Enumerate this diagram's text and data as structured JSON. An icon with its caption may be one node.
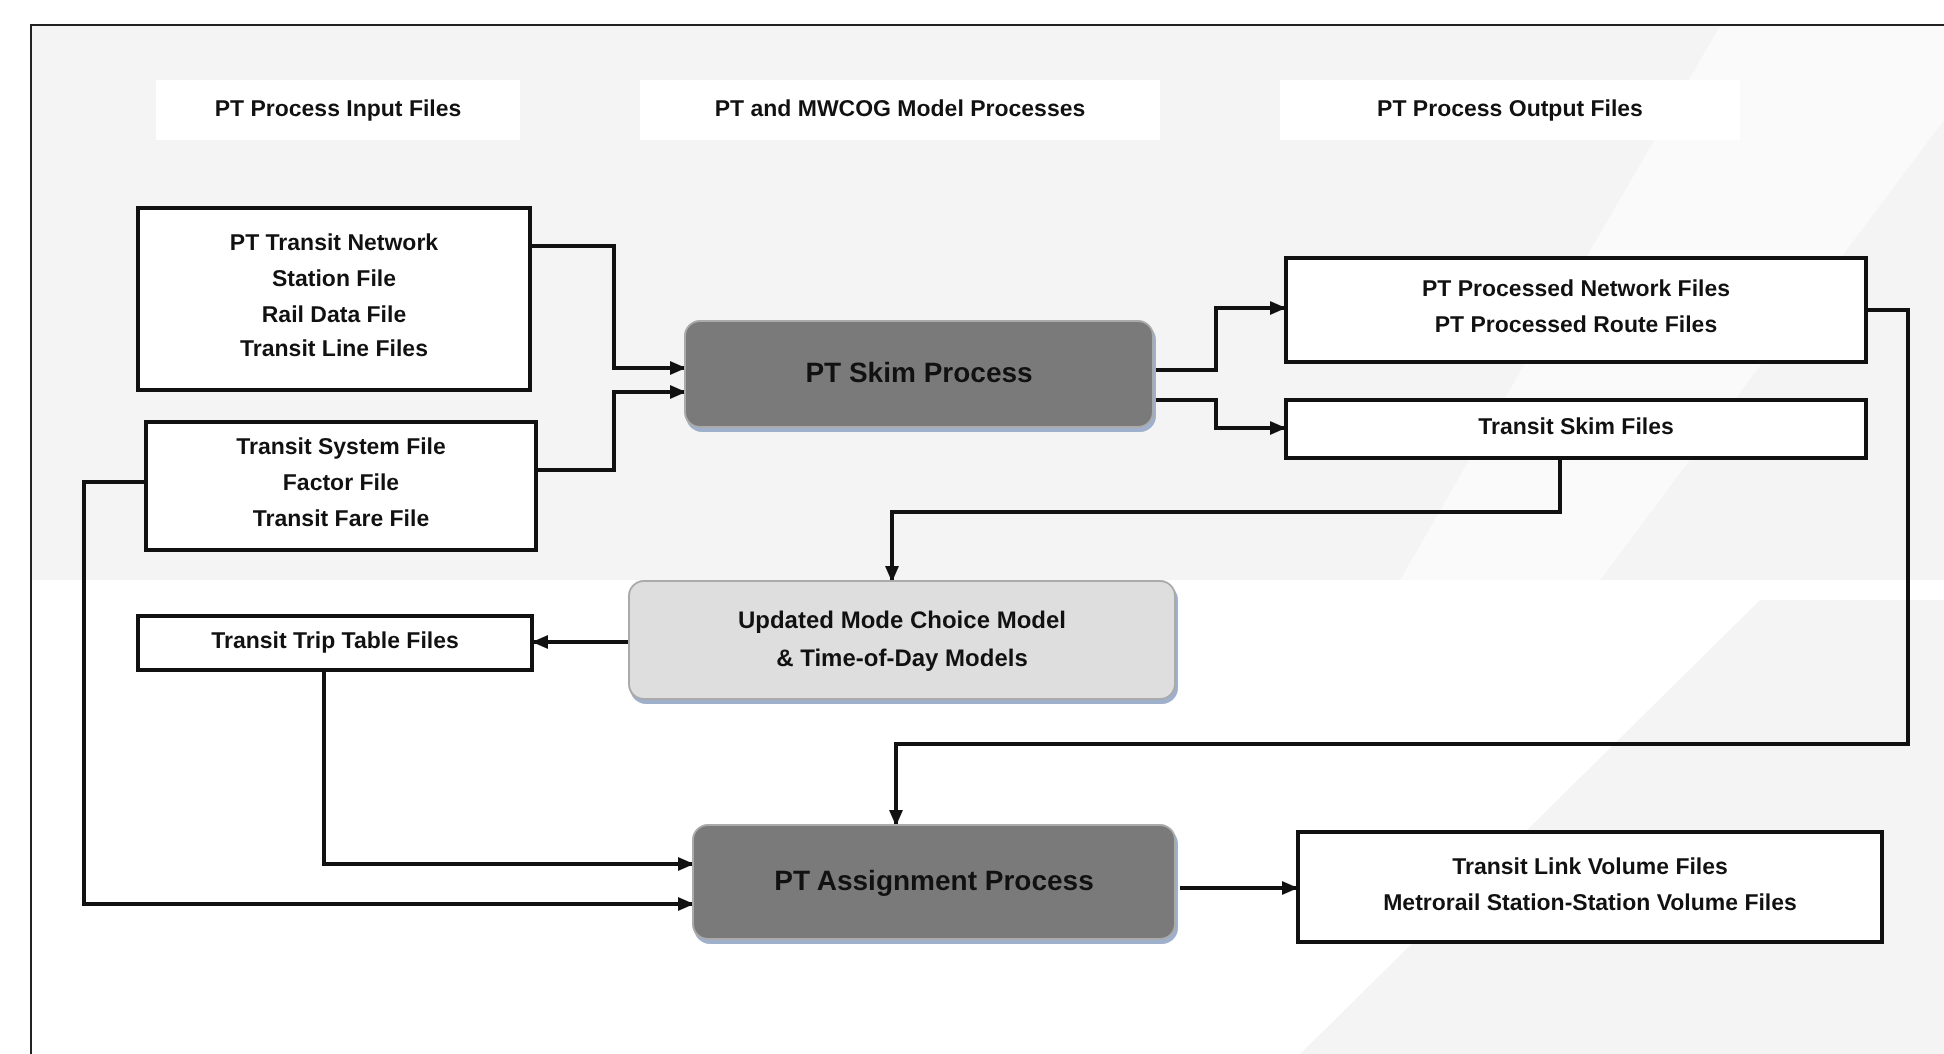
{
  "diagram": {
    "nodes": [
      {
        "text": [
          "PT Transit Network",
          "Station File",
          "Rail Data File",
          "Transit Line Files"
        ]
      },
      {
        "text": [
          "Transit System File",
          "Factor File",
          "Transit Fare File"
        ]
      },
      {
        "text": [
          "PT Skim Process"
        ]
      },
      {
        "text": [
          "PT Processed Network Files",
          "PT Processed Route Files"
        ]
      },
      {
        "text": [
          "Transit Skim Files"
        ]
      },
      {
        "text": [
          "Updated Mode Choice Model & Time-of-Day Models"
        ]
      },
      {
        "text": [
          "Transit Trip Table Files"
        ]
      },
      {
        "text": [
          "PT Assignment Process"
        ]
      },
      {
        "text": [
          "Transit Link Volume Files",
          "Metrorail Station-Station Volume Files"
        ]
      }
    ],
    "edges": [
      {
        "from": 0,
        "to": 2,
        "arrow": "to"
      },
      {
        "from": 1,
        "to": 2,
        "arrow": "to"
      },
      {
        "from": 2,
        "to": 3,
        "arrow": "to"
      },
      {
        "from": 2,
        "to": 4,
        "arrow": "to"
      },
      {
        "from": 4,
        "to": 5,
        "arrow": "to"
      },
      {
        "from": 5,
        "to": 6,
        "arrow": "to"
      },
      {
        "from": 6,
        "to": 7,
        "arrow": "to"
      },
      {
        "from": 1,
        "to": 7,
        "arrow": "to"
      },
      {
        "from": 3,
        "to": 7,
        "arrow": "to"
      },
      {
        "from": 7,
        "to": 8,
        "arrow": "to"
      }
    ],
    "labels": [
      "PT Process Input Files",
      "PT and MWCOG Model Processes",
      "PT Process Output Files"
    ]
  }
}
